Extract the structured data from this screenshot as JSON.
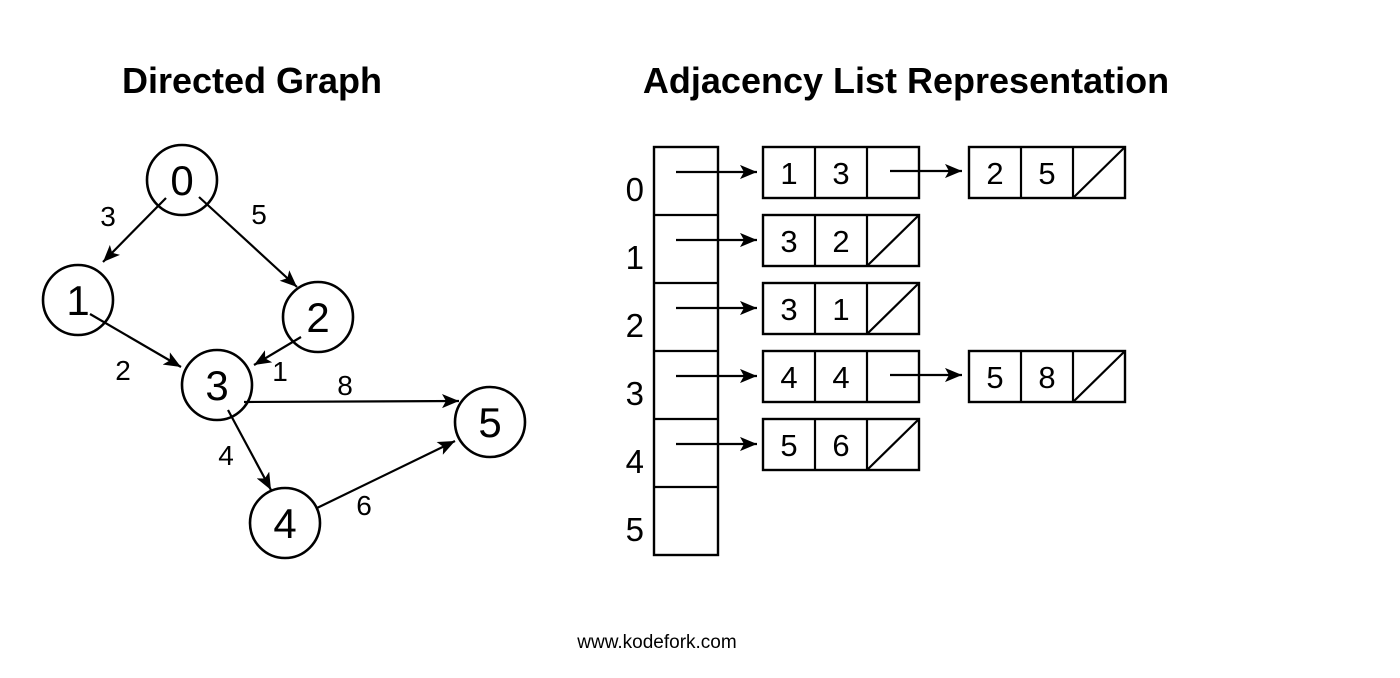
{
  "colors": {
    "ink": "#000000",
    "background": "#ffffff"
  },
  "graph": {
    "title": "Directed Graph",
    "nodes": [
      {
        "label": "0"
      },
      {
        "label": "1"
      },
      {
        "label": "2"
      },
      {
        "label": "3"
      },
      {
        "label": "4"
      },
      {
        "label": "5"
      }
    ],
    "edges": [
      {
        "from": "0",
        "to": "1",
        "weight": "3"
      },
      {
        "from": "0",
        "to": "2",
        "weight": "5"
      },
      {
        "from": "1",
        "to": "3",
        "weight": "2"
      },
      {
        "from": "2",
        "to": "3",
        "weight": "1"
      },
      {
        "from": "3",
        "to": "5",
        "weight": "8"
      },
      {
        "from": "3",
        "to": "4",
        "weight": "4"
      },
      {
        "from": "4",
        "to": "5",
        "weight": "6"
      }
    ]
  },
  "adjacency_list": {
    "title": "Adjacency List Representation",
    "rows": [
      {
        "index": "0",
        "boxes": [
          {
            "vertex": "1",
            "weight": "3",
            "next": "pointer"
          },
          {
            "vertex": "2",
            "weight": "5",
            "next": "null"
          }
        ]
      },
      {
        "index": "1",
        "boxes": [
          {
            "vertex": "3",
            "weight": "2",
            "next": "null"
          }
        ]
      },
      {
        "index": "2",
        "boxes": [
          {
            "vertex": "3",
            "weight": "1",
            "next": "null"
          }
        ]
      },
      {
        "index": "3",
        "boxes": [
          {
            "vertex": "4",
            "weight": "4",
            "next": "pointer"
          },
          {
            "vertex": "5",
            "weight": "8",
            "next": "null"
          }
        ]
      },
      {
        "index": "4",
        "boxes": [
          {
            "vertex": "5",
            "weight": "6",
            "next": "null"
          }
        ]
      },
      {
        "index": "5",
        "boxes": []
      }
    ]
  },
  "footer": {
    "watermark": "www.kodefork.com"
  }
}
